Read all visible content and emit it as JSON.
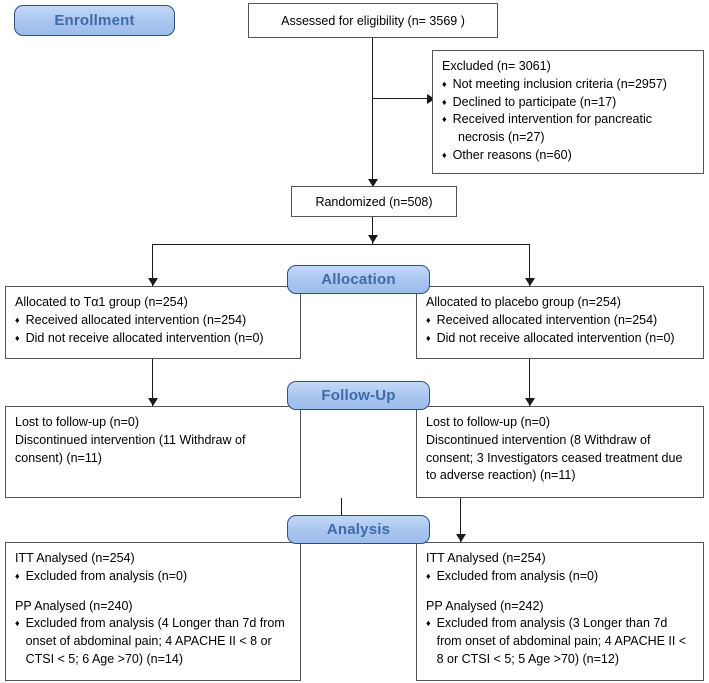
{
  "diagram": {
    "type": "consort-flow-diagram",
    "title": "CONSORT participant flow diagram",
    "stages": [
      {
        "key": "enrollment",
        "label": "Enrollment"
      },
      {
        "key": "allocation",
        "label": "Allocation"
      },
      {
        "key": "followup",
        "label": "Follow-Up"
      },
      {
        "key": "analysis",
        "label": "Analysis"
      }
    ],
    "style": {
      "pill_fill": "#a8c5ef",
      "pill_border": "#2d4e87",
      "pill_text": "#3f6aa8",
      "box_border": "#555555",
      "box_fill": "#ffffff",
      "connector": "#1a1a1a"
    },
    "nodes": {
      "assessed": {
        "text": "Assessed for eligibility (n= 3569 )"
      },
      "excluded": {
        "heading": "Excluded  (n= 3061)",
        "items": [
          "Not meeting inclusion criteria (n=2957)",
          "Declined to participate (n=17)",
          "Received intervention for pancreatic",
          "Other reasons (n=60)"
        ],
        "item3_continuation": "necrosis (n=27)"
      },
      "randomized": {
        "text": "Randomized (n=508)"
      },
      "alloc_left": {
        "heading": "Allocated to Tα1 group (n=254)",
        "items": [
          "Received allocated intervention (n=254)",
          "Did not receive allocated intervention (n=0)"
        ]
      },
      "alloc_right": {
        "heading": "Allocated to placebo group (n=254)",
        "items": [
          "Received allocated intervention (n=254)",
          "Did not receive allocated intervention (n=0)"
        ]
      },
      "follow_left": {
        "line1": "Lost to follow-up (n=0)",
        "line2": "Discontinued intervention (11 Withdraw of consent) (n=11)"
      },
      "follow_right": {
        "line1": "Lost to follow-up (n=0)",
        "line2": "Discontinued intervention (8 Withdraw of consent; 3 Investigators ceased treatment due to adverse reaction) (n=11)"
      },
      "analysis_left": {
        "itt_heading": "ITT Analysed  (n=254)",
        "itt_item": "Excluded from analysis (n=0)",
        "pp_heading": "PP Analysed  (n=240)",
        "pp_item": "Excluded from analysis (4 Longer than 7d from onset of abdominal pain; 4 APACHE II < 8 or CTSI < 5;  6 Age >70) (n=14)"
      },
      "analysis_right": {
        "itt_heading": "ITT Analysed  (n=254)",
        "itt_item": "Excluded from analysis (n=0)",
        "pp_heading": "PP Analysed  (n=242)",
        "pp_item": "Excluded from analysis (3 Longer than 7d from onset of abdominal pain; 4 APACHE II < 8 or CTSI < 5;  5 Age >70) (n=12)"
      }
    },
    "bullet_glyph": "♦"
  }
}
